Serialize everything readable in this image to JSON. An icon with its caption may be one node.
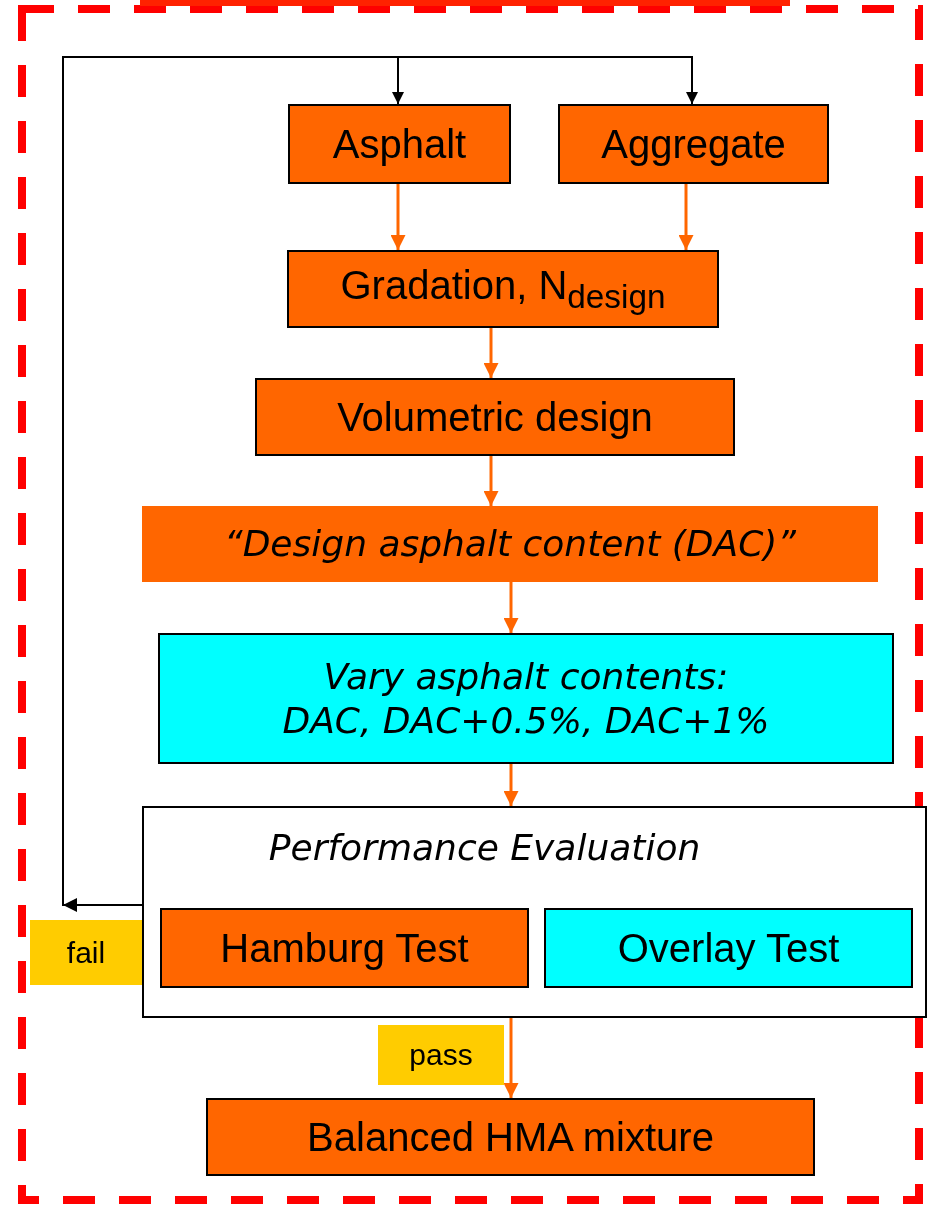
{
  "diagram": {
    "nodes": [
      {
        "text": [
          "Asphalt"
        ]
      },
      {
        "text": [
          "Aggregate"
        ]
      },
      {
        "text": [
          "Gradation, N$_{design}$"
        ]
      },
      {
        "text": [
          "Volumetric design"
        ]
      },
      {
        "text": [
          "“Design asphalt content (DAC)”"
        ]
      },
      {
        "text": [
          "Vary asphalt contents:",
          "DAC, DAC+0.5%, DAC+1%"
        ]
      },
      {
        "text": [
          "Performance Evaluation"
        ]
      },
      {
        "text": [
          "Hamburg Test"
        ],
        "in": 6
      },
      {
        "text": [
          "Overlay Test"
        ],
        "in": 6
      },
      {
        "text": [
          "Balanced HMA mixture"
        ]
      }
    ],
    "edges": [
      {
        "from": 6,
        "to": 0,
        "arrow": "to",
        "label": "fail",
        "color": "#000000"
      },
      {
        "from": 6,
        "to": 1,
        "arrow": "to",
        "color": "#000000"
      },
      {
        "from": 0,
        "to": 2,
        "arrow": "to"
      },
      {
        "from": 1,
        "to": 2,
        "arrow": "to"
      },
      {
        "from": 2,
        "to": 3,
        "arrow": "to"
      },
      {
        "from": 3,
        "to": 4,
        "arrow": "to"
      },
      {
        "from": 4,
        "to": 5,
        "arrow": "to"
      },
      {
        "from": 5,
        "to": 6,
        "arrow": "to"
      },
      {
        "from": 6,
        "to": 9,
        "arrow": "to",
        "label": "pass"
      }
    ]
  }
}
